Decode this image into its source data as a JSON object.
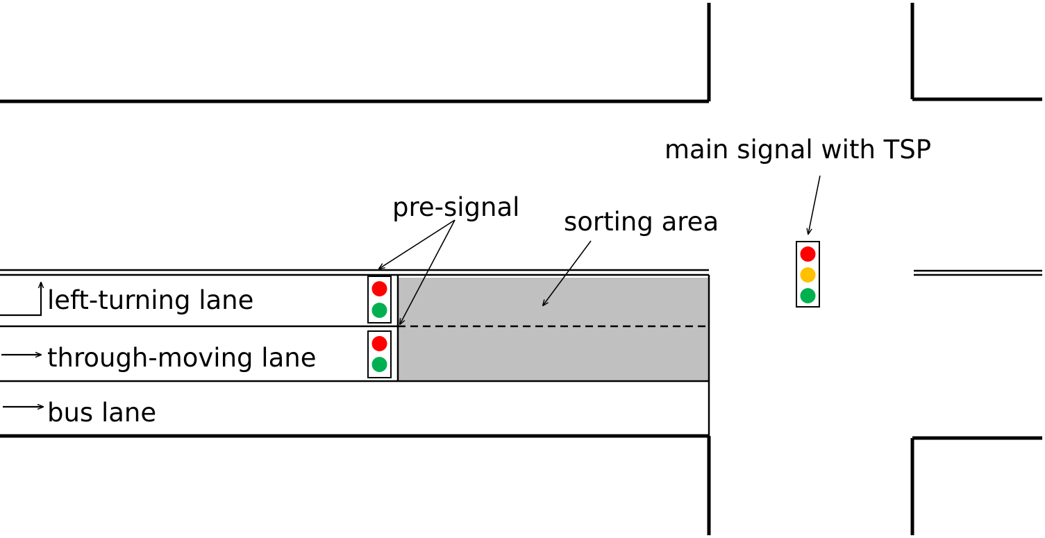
{
  "labels": {
    "left_turning_lane": "left-turning lane",
    "through_moving_lane": "through-moving lane",
    "bus_lane": "bus lane",
    "pre_signal": "pre-signal",
    "sorting_area": "sorting area",
    "main_signal": "main signal with TSP"
  },
  "colors": {
    "signal_red": "#ff0000",
    "signal_amber": "#ffc000",
    "signal_green": "#00b050",
    "sorting_area_fill": "#c0c0c0",
    "line": "#000000"
  },
  "icons": {
    "left_turn_arrow": "left-turn-arrow-icon",
    "through_arrow": "right-arrow-icon",
    "bus_arrow": "right-arrow-icon",
    "pre_signal": "traffic-light-icon",
    "main_signal": "traffic-light-icon"
  },
  "pre_signals": [
    {
      "lane": "left_turning_lane",
      "lights": [
        "red",
        "green"
      ]
    },
    {
      "lane": "through_moving_lane",
      "lights": [
        "red",
        "green"
      ]
    }
  ],
  "main_signal": {
    "lights": [
      "red",
      "amber",
      "green"
    ]
  }
}
